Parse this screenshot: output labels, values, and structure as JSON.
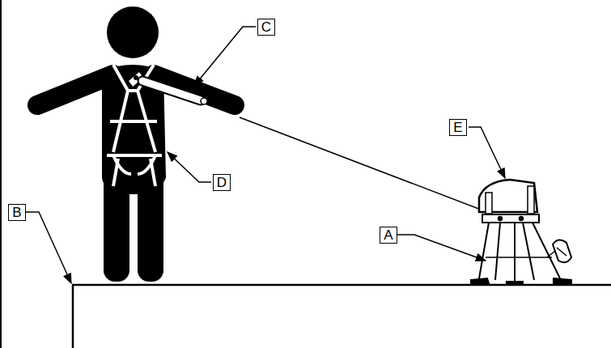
{
  "diagram": {
    "nodes": [
      {
        "text": [
          "C"
        ]
      },
      {
        "text": [
          "E"
        ]
      },
      {
        "text": [
          "D"
        ]
      },
      {
        "text": [
          "B"
        ]
      },
      {
        "text": [
          "A"
        ]
      }
    ]
  }
}
